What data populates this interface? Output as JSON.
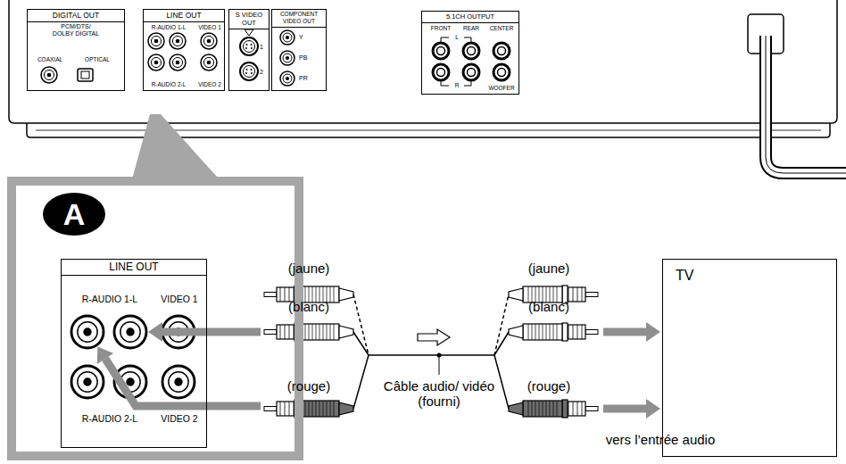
{
  "diagram": {
    "nodes": [
      {
        "text": [
          "DIGITAL OUT",
          "PCM/DTS/ DOLBY DIGITAL",
          "COAXIAL",
          "OPTICAL"
        ]
      },
      {
        "text": [
          "LINE OUT",
          "R-AUDIO 1-L",
          "VIDEO 1",
          "R-AUDIO 2-L",
          "VIDEO 2"
        ]
      },
      {
        "text": [
          "S VIDEO OUT",
          "1",
          "2"
        ]
      },
      {
        "text": [
          "COMPONENT VIDEO OUT",
          "Y",
          "PB",
          "PR"
        ]
      },
      {
        "text": [
          "5.1CH OUTPUT",
          "FRONT",
          "REAR",
          "CENTER",
          "L",
          "R",
          "WOOFER"
        ]
      },
      {
        "text": [
          "A"
        ]
      },
      {
        "text": [
          "LINE OUT",
          "R-AUDIO 1-L",
          "VIDEO 1",
          "R-AUDIO 2-L",
          "VIDEO 2"
        ],
        "in": 5
      },
      {
        "text": [
          "TV"
        ]
      }
    ],
    "labels": [
      "(jaune)",
      "(blanc)",
      "(rouge)",
      "(jaune)",
      "(blanc)",
      "(rouge)",
      "Câble audio/ vidéo (fourni)",
      "vers l’entrée audio"
    ]
  }
}
